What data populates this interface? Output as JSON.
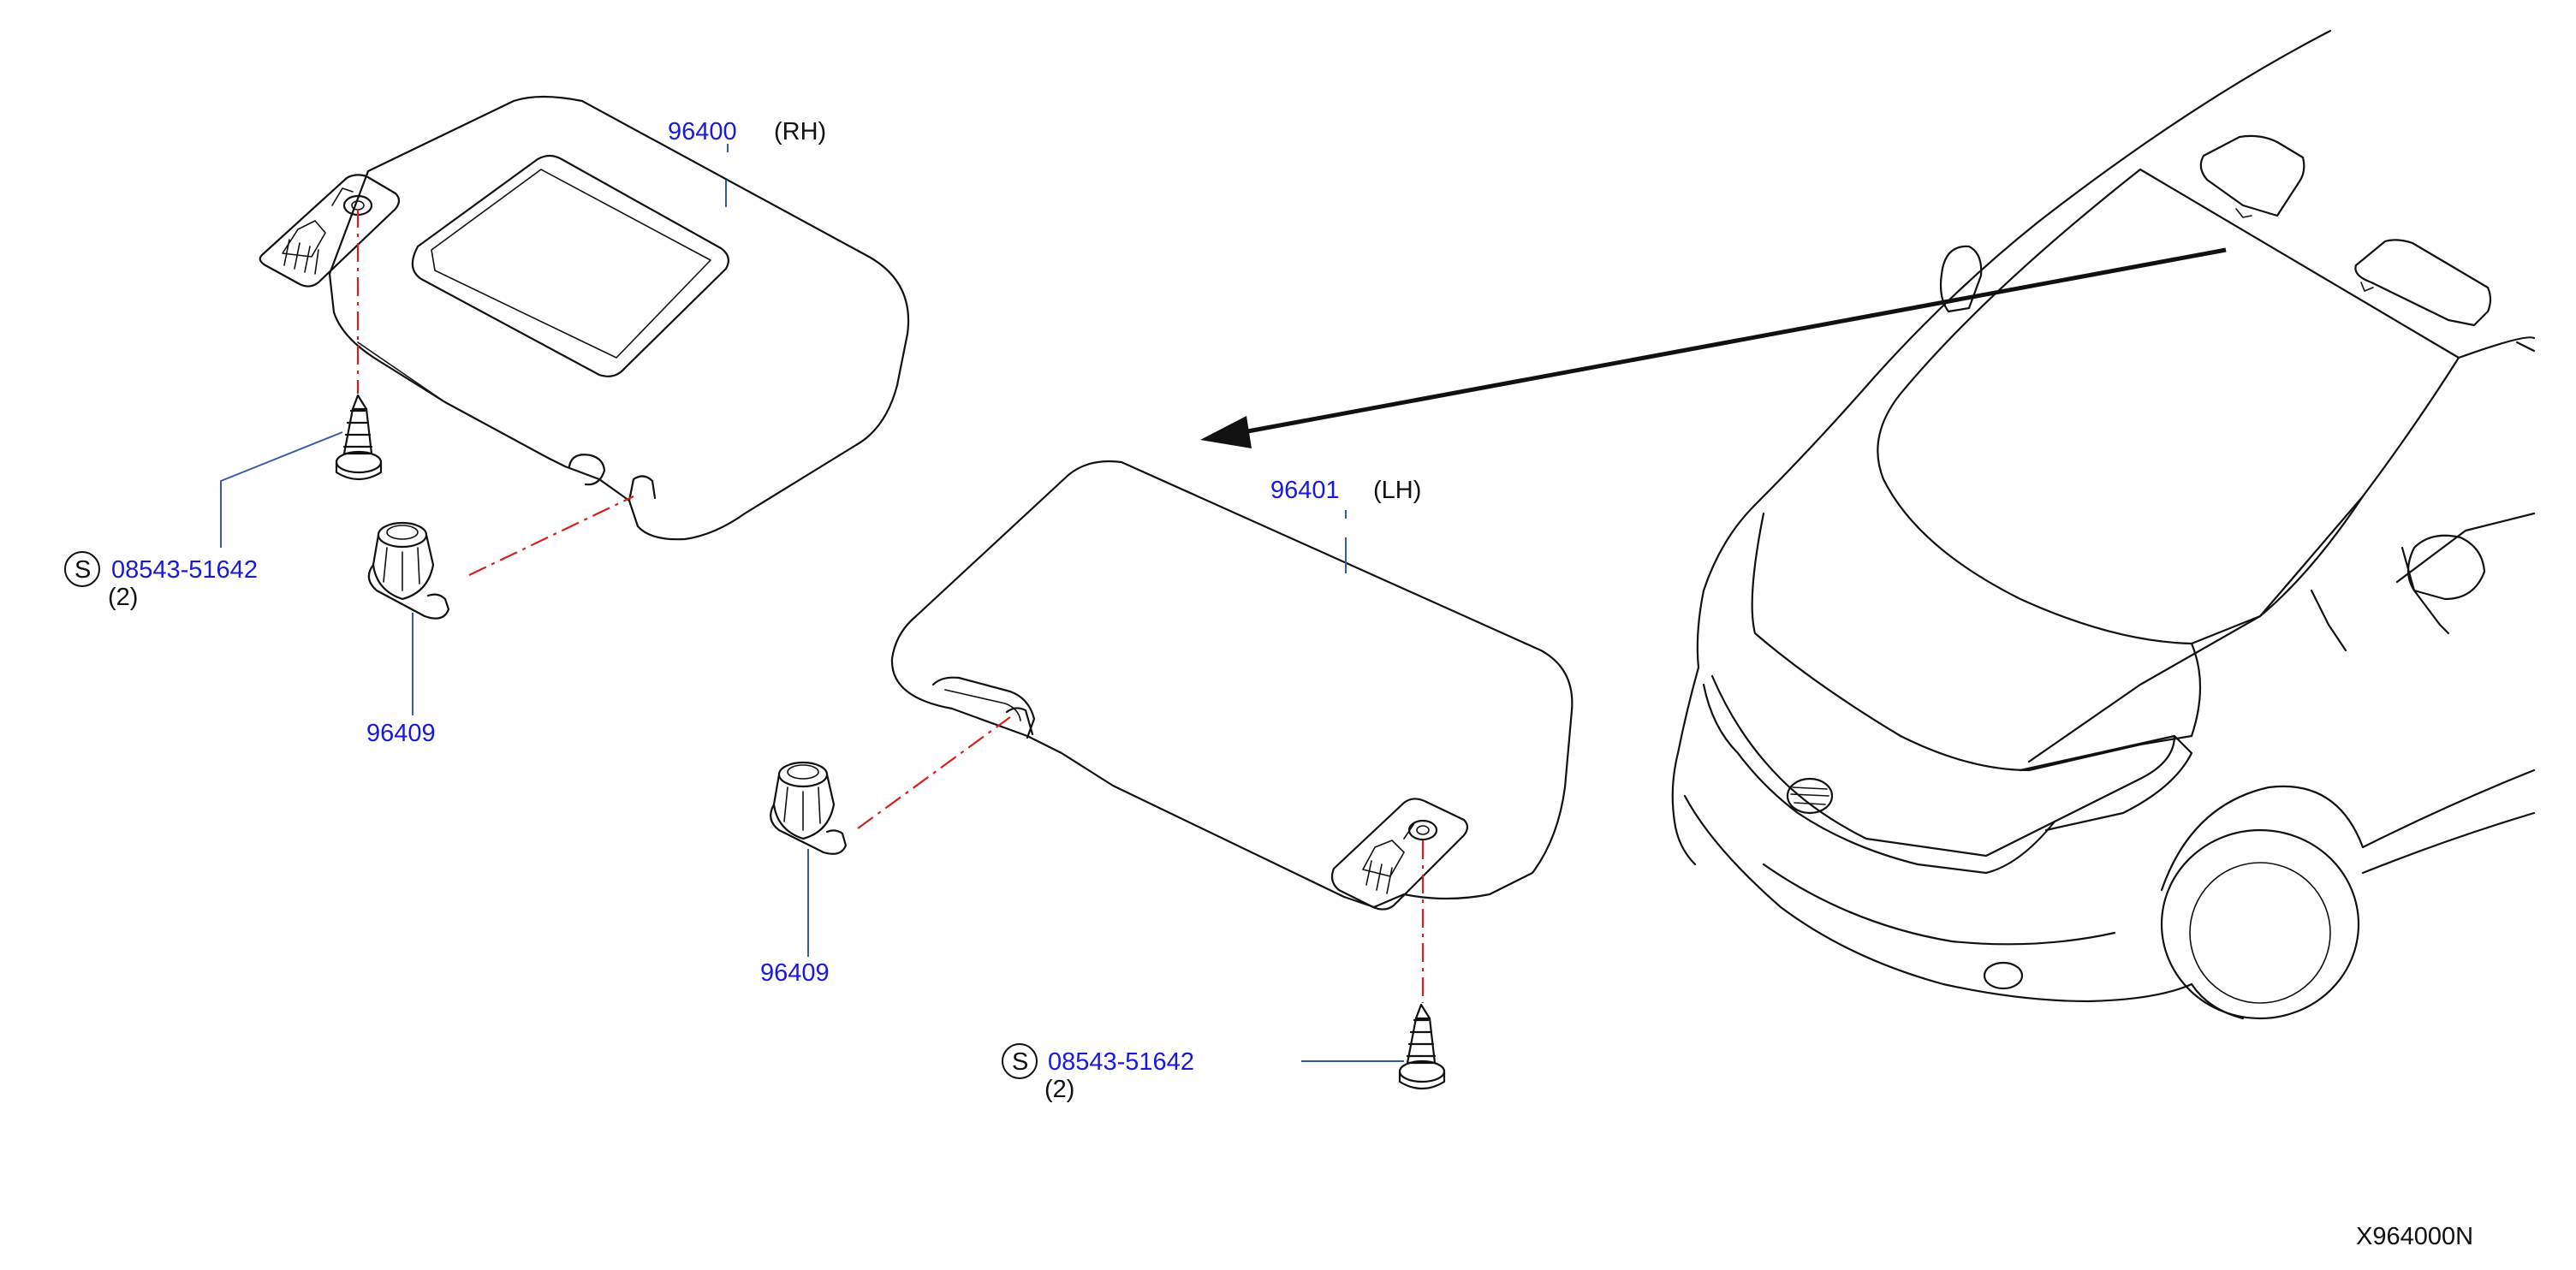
{
  "labels": {
    "rh_visor_part": "96400",
    "rh_side": "(RH)",
    "lh_visor_part": "96401",
    "lh_side": "(LH)",
    "holder_left": "96409",
    "holder_right": "96409",
    "screw_left_prefix": "S",
    "screw_left_part": "08543-51642",
    "screw_left_qty": "(2)",
    "screw_right_prefix": "S",
    "screw_right_part": "08543-51642",
    "screw_right_qty": "(2)",
    "diagram_code": "X964000N"
  },
  "colors": {
    "part_number": "#1a1ad6",
    "leader": "#3a5aa8",
    "center_line": "#d42020",
    "outline": "#111111"
  }
}
